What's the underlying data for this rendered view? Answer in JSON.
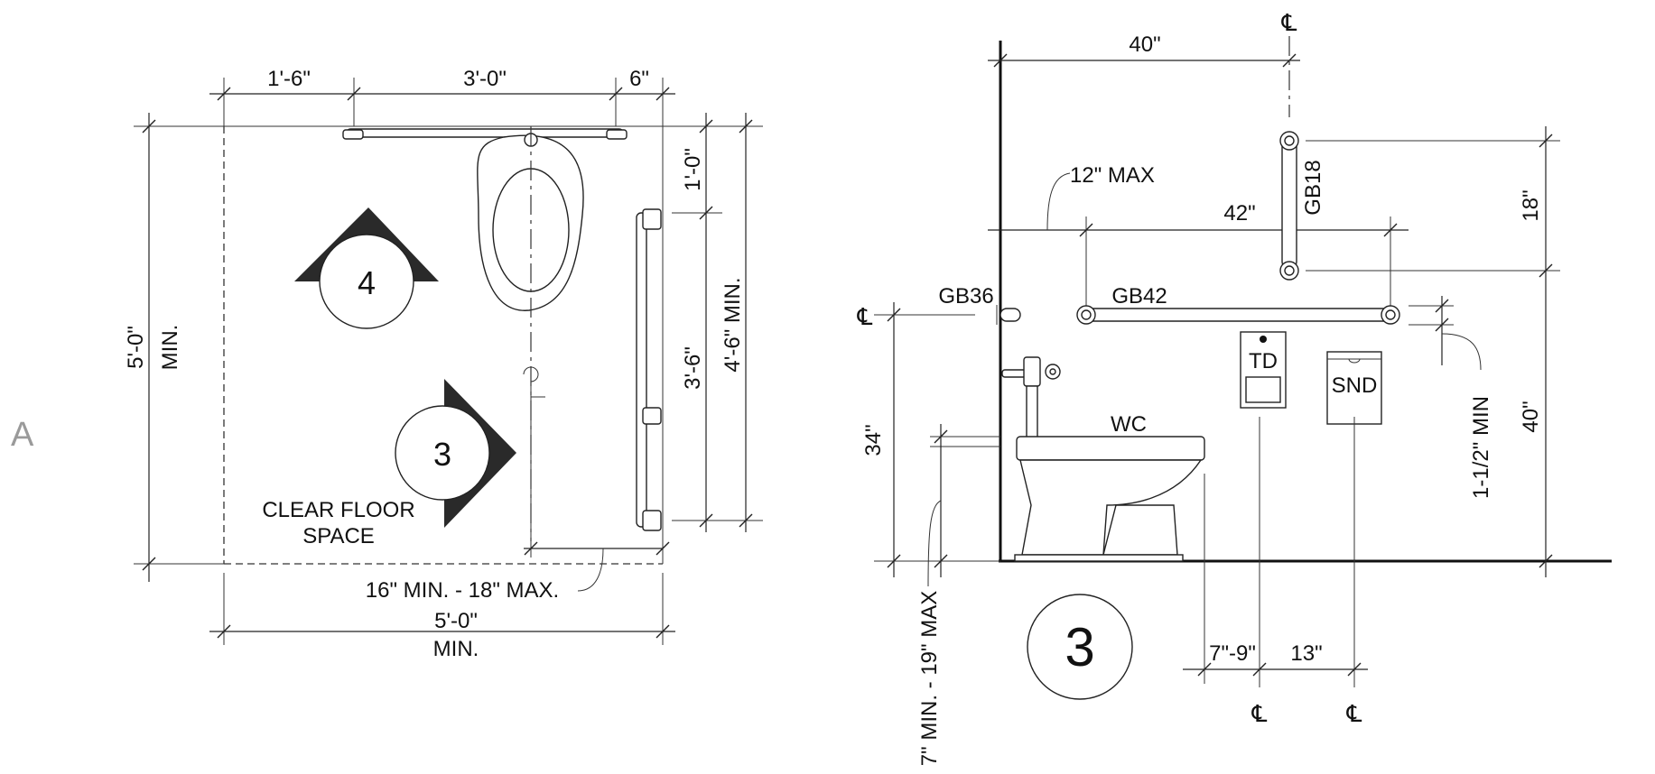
{
  "sheet": {
    "marker": "A"
  },
  "plan": {
    "dims": {
      "top_left": "1'-6\"",
      "top_mid": "3'-0\"",
      "top_right": "6\"",
      "left_height": "5'-0\"",
      "left_min": "MIN.",
      "right_upper": "1'-0\"",
      "right_lower": "3'-6\"",
      "right_total": "4'-6\" MIN.",
      "bottom_width": "5'-0\"",
      "bottom_min": "MIN.",
      "offset": "16\" MIN. - 18\" MAX."
    },
    "clear_floor": [
      "CLEAR FLOOR",
      "SPACE"
    ],
    "view_marker_4": "4",
    "view_marker_3": "3"
  },
  "elevation": {
    "dims": {
      "top": "40\"",
      "max_offset": "12\" MAX",
      "bar_len": "42\"",
      "gb18_height": "18\"",
      "seat_height": "34\"",
      "rim_range": "7\" MIN. - 19\" MAX",
      "clearance": "1-1/2\" MIN",
      "right_height": "40\"",
      "td_offset": "7\"-9\"",
      "snd_offset": "13\""
    },
    "labels": {
      "gb36": "GB36",
      "gb42": "GB42",
      "gb18": "GB18",
      "wc": "WC",
      "td": "TD",
      "snd": "SND"
    },
    "view_number": "3"
  },
  "symbols": {
    "centerline": "℄"
  }
}
